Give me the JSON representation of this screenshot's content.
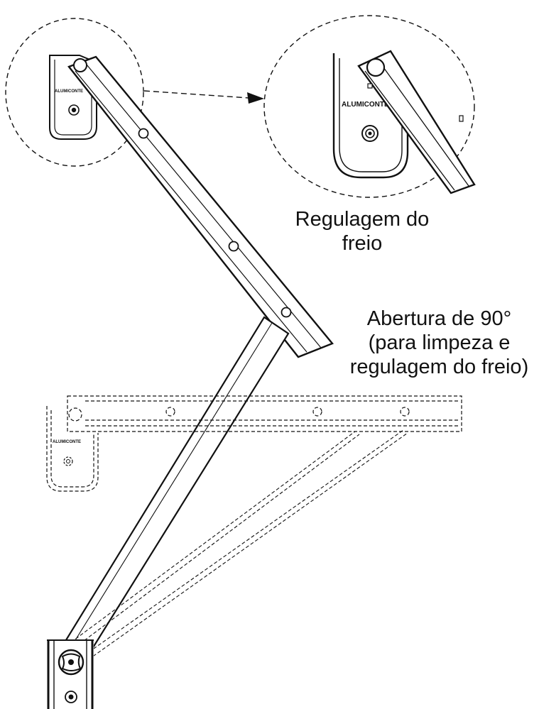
{
  "labels": {
    "brake_adjustment": [
      "Regulagem do",
      "freio"
    ],
    "opening": [
      "Abertura de 90°",
      "(para limpeza e",
      "regulagem do freio)"
    ]
  },
  "brand_mark": "ALUMICONTE",
  "colors": {
    "line": "#111111",
    "background": "#ffffff"
  }
}
